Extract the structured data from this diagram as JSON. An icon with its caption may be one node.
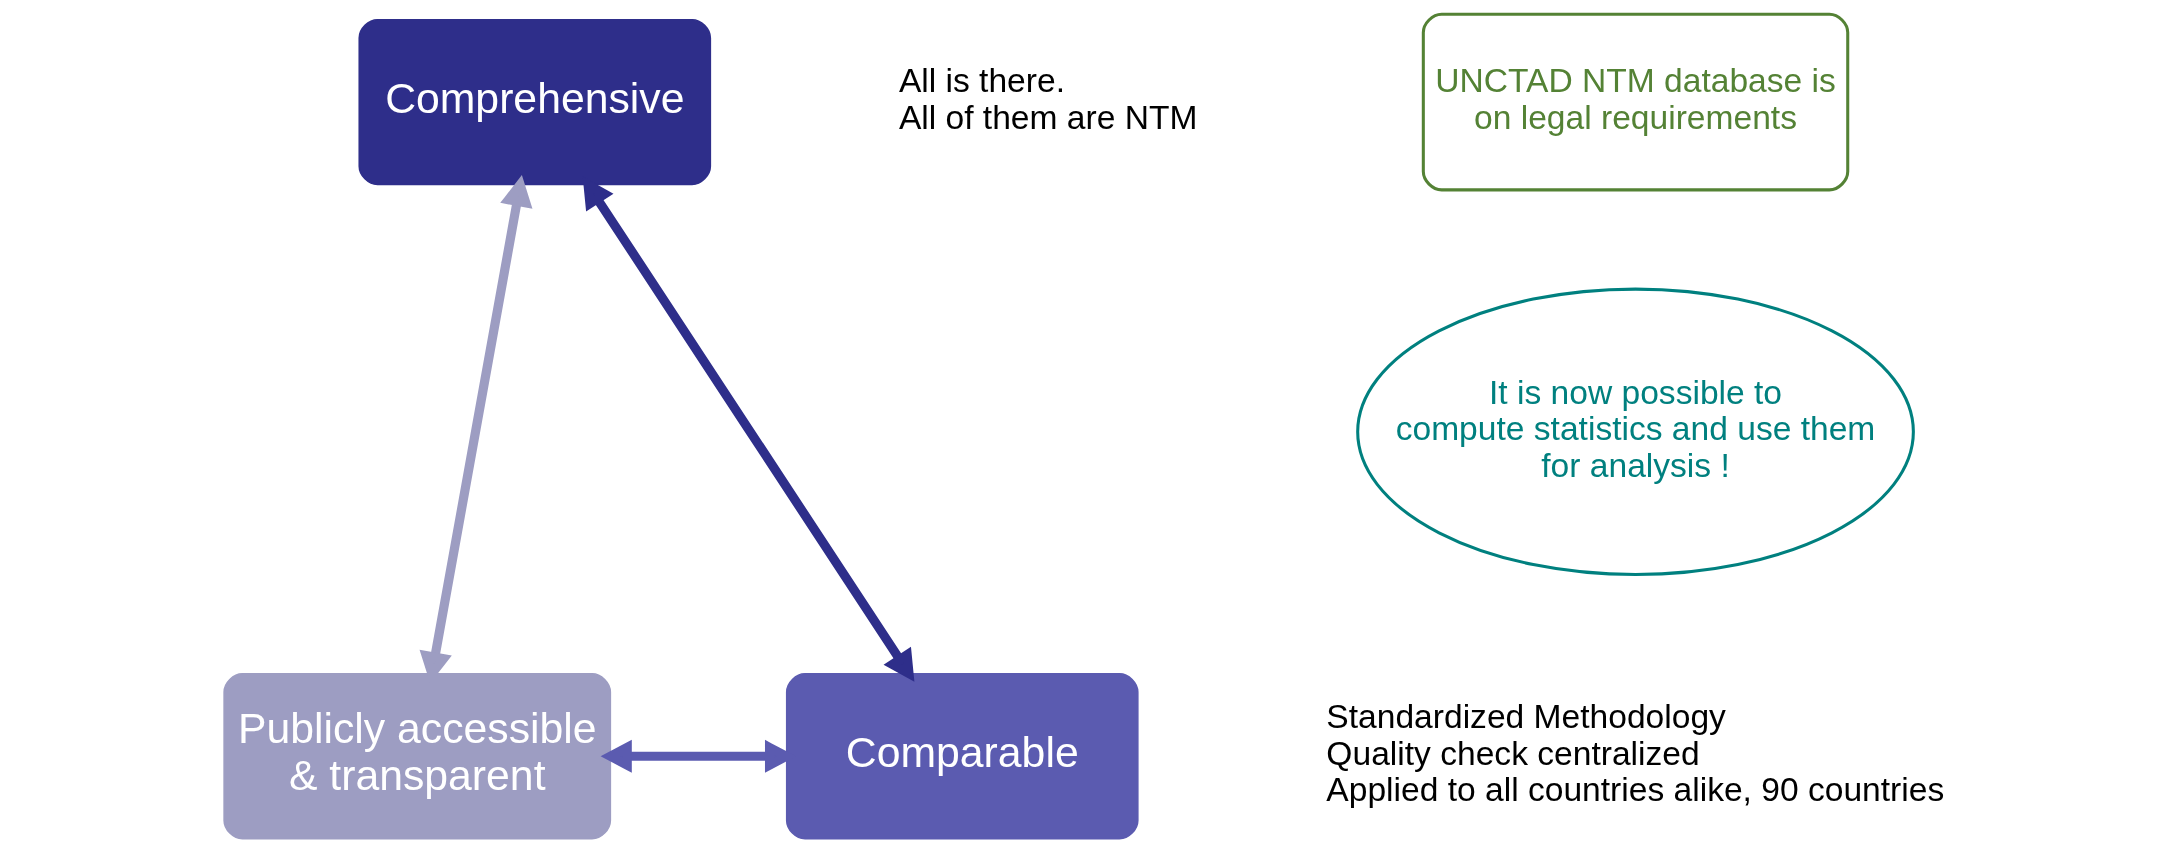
{
  "diagram": {
    "nodes": [
      {
        "text": [
          "Comprehensive"
        ],
        "beside": [
          "All is there.",
          "All of them are NTM"
        ]
      },
      {
        "text": [
          "Publicly accessible & transparent"
        ]
      },
      {
        "text": [
          "Comparable"
        ],
        "beside": [
          "Standardized Methodology",
          "Quality check centralized",
          "Applied to all countries alike, 90 countries"
        ]
      },
      {
        "text": [
          "UNCTAD NTM database is on legal requirements"
        ]
      },
      {
        "text": [
          "It is now possible to compute statistics and use them for analysis !"
        ]
      }
    ],
    "edges": [
      {
        "from": 0,
        "to": 1,
        "arrow": "both",
        "color": "#9d9dc2"
      },
      {
        "from": 0,
        "to": 2,
        "arrow": "both",
        "color": "#2e2e8a"
      },
      {
        "from": 1,
        "to": 2,
        "arrow": "both",
        "color": "#5b5bb0"
      }
    ]
  }
}
